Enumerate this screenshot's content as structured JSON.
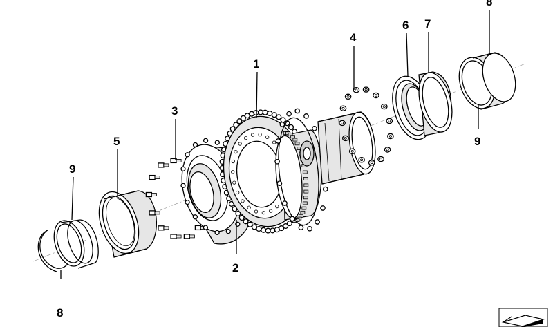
{
  "callouts": [
    {
      "id": "c1",
      "text": "1"
    },
    {
      "id": "c2",
      "text": "2"
    },
    {
      "id": "c3",
      "text": "3"
    },
    {
      "id": "c4",
      "text": "4"
    },
    {
      "id": "c5",
      "text": "5"
    },
    {
      "id": "c6",
      "text": "6"
    },
    {
      "id": "c7",
      "text": "7"
    },
    {
      "id": "c8a",
      "text": "8"
    },
    {
      "id": "c8b",
      "text": "8"
    },
    {
      "id": "c9a",
      "text": "9"
    },
    {
      "id": "c9b",
      "text": "9"
    }
  ],
  "icons": {
    "corner": "part-indicator-icon"
  }
}
